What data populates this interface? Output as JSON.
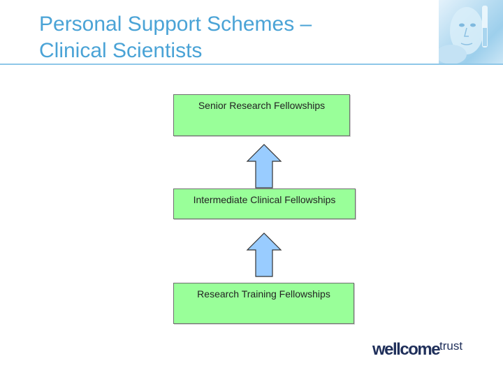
{
  "slide": {
    "title_line1": "Personal Support Schemes –",
    "title_line2": "Clinical Scientists"
  },
  "diagram": {
    "boxes": [
      {
        "label": "Senior Research Fellowships"
      },
      {
        "label": "Intermediate Clinical Fellowships"
      },
      {
        "label": "Research Training Fellowships"
      }
    ],
    "box_color": "#99ff99",
    "arrow_color": "#99ccff"
  },
  "logo": {
    "main": "wellcome",
    "trust": "trust"
  },
  "colors": {
    "title": "#4aa3d6",
    "rule": "#8ec7e8",
    "logo": "#1f2f5a"
  },
  "icons": {
    "photo": "scientist-photo-icon",
    "arrow": "up-arrow-icon"
  }
}
